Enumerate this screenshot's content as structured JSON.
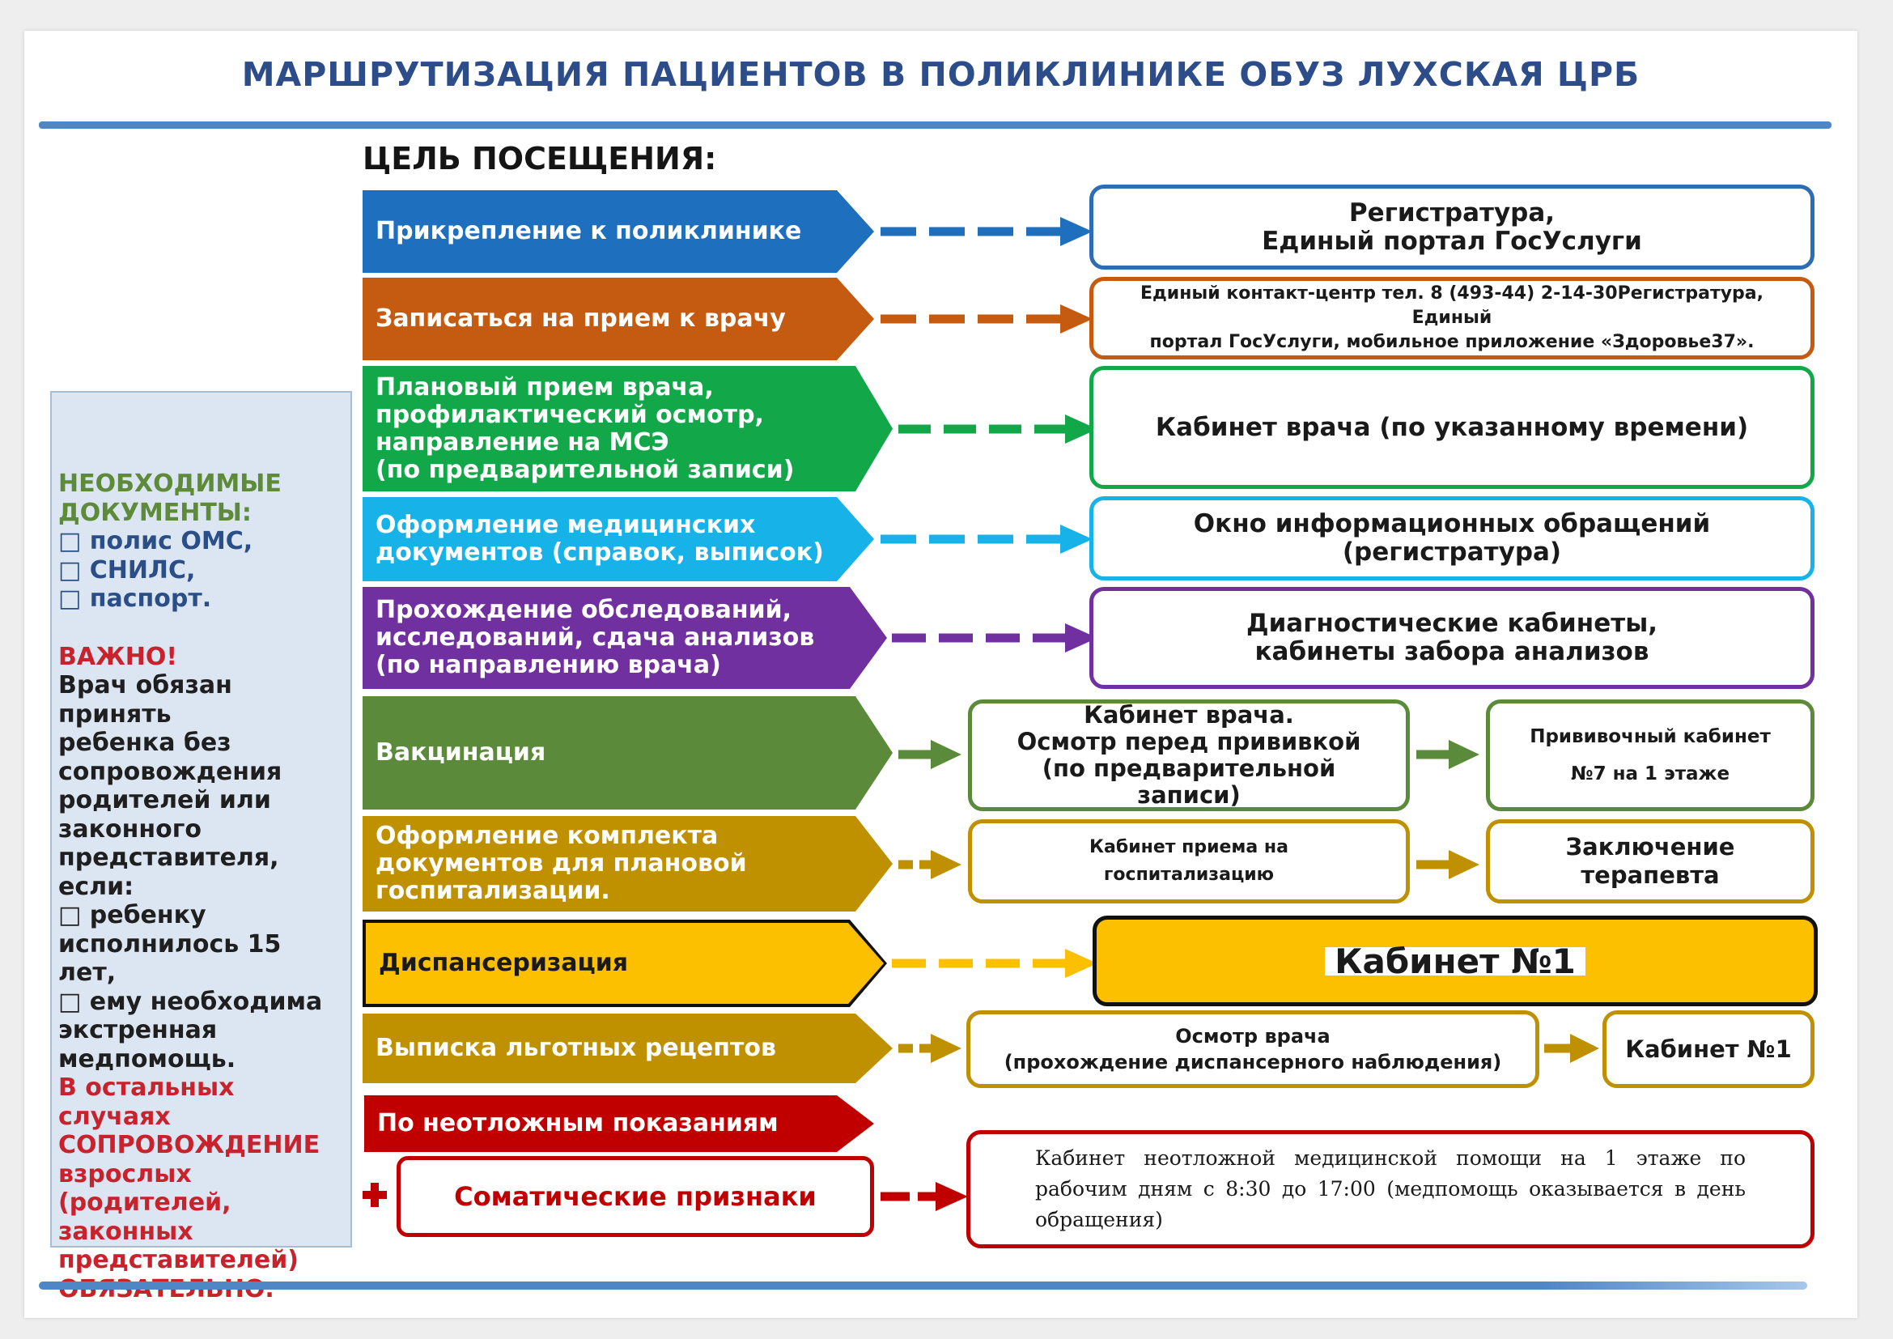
{
  "title": "МАРШРУТИЗАЦИЯ ПАЦИЕНТОВ В ПОЛИКЛИНИКЕ ОБУЗ ЛУХСКАЯ ЦРБ",
  "goal_heading": "ЦЕЛЬ ПОСЕЩЕНИЯ:",
  "colors": {
    "blue": "#1f6fbf",
    "orange": "#c55a11",
    "green": "#12a84a",
    "cyan": "#17b2e8",
    "purple": "#7030a0",
    "olive": "#5a8a3a",
    "gold": "#bf9000",
    "yellow": "#fcc000",
    "red": "#c00000"
  },
  "sidebar": {
    "docs_heading_1": "НЕОБХОДИМЫЕ",
    "docs_heading_2": "ДОКУМЕНТЫ:",
    "doc_1": "□ полис ОМС,",
    "doc_2": "□ СНИЛС,",
    "doc_3": "□ паспорт.",
    "important": "ВАЖНО!",
    "rule_lines": [
      "Врач обязан принять",
      "ребенка без",
      "сопровождения",
      "родителей или",
      "законного",
      "представителя, если:",
      "□ ребенку",
      "исполнилось 15 лет,",
      "□ ему необходима",
      "экстренная",
      "медпомощь."
    ],
    "other_lines": [
      "В остальных случаях",
      "СОПРОВОЖДЕНИЕ",
      "взрослых (родителей,",
      "законных",
      "представителей)",
      "ОБЯЗАТЕЛЬНО."
    ]
  },
  "rows": {
    "attach": {
      "label": "Прикрепление к поликлинике",
      "dest_1": "Регистратура,",
      "dest_2": "Единый портал ГосУслуги"
    },
    "appointment": {
      "label": "Записаться на прием к врачу",
      "dest_1": "Единый контакт-центр тел. 8 (493-44) 2-14-30Регистратура, Единый",
      "dest_2": "портал ГосУслуги, мобильное приложение «Здоровье37»."
    },
    "planned": {
      "label_1": "Плановый прием врача,",
      "label_2": "профилактический осмотр,",
      "label_3": "направление на МСЭ",
      "label_4": "(по предварительной записи)",
      "dest": "Кабинет врача (по указанному времени)"
    },
    "documents": {
      "label_1": "Оформление медицинских",
      "label_2": "документов (справок, выписок)",
      "dest": "Окно информационных обращений (регистратура)"
    },
    "exams": {
      "label_1": "Прохождение обследований,",
      "label_2": "исследований, сдача анализов",
      "label_3": "(по направлению врача)",
      "dest_1": "Диагностические кабинеты,",
      "dest_2": "кабинеты забора анализов"
    },
    "vaccination": {
      "label": "Вакцинация",
      "step_1a": "Кабинет врача.",
      "step_1b": "Осмотр перед прививкой",
      "step_1c": "(по предварительной записи)",
      "step_2a": "Прививочный кабинет",
      "step_2b": "№7 на 1 этаже"
    },
    "hospital": {
      "label_1": "Оформление комплекта",
      "label_2": "документов для плановой",
      "label_3": "госпитализации.",
      "step_1a": "Кабинет приема на",
      "step_1b": "госпитализацию",
      "step_2": "Заключение терапевта"
    },
    "dispensary": {
      "label": "Диспансеризация",
      "dest": "Кабинет №1"
    },
    "prescriptions": {
      "label": "Выписка льготных рецептов",
      "step_1a": "Осмотр врача",
      "step_1b": "(прохождение диспансерного наблюдения)",
      "step_2": "Кабинет №1"
    },
    "urgent": {
      "label": "По неотложным показаниям",
      "somatic": "Соматические признаки",
      "dest": "Кабинет неотложной медицинской помощи на 1 этаже по рабочим дням с 8:30 до 17:00 (медпомощь оказывается в день обращения)"
    }
  }
}
